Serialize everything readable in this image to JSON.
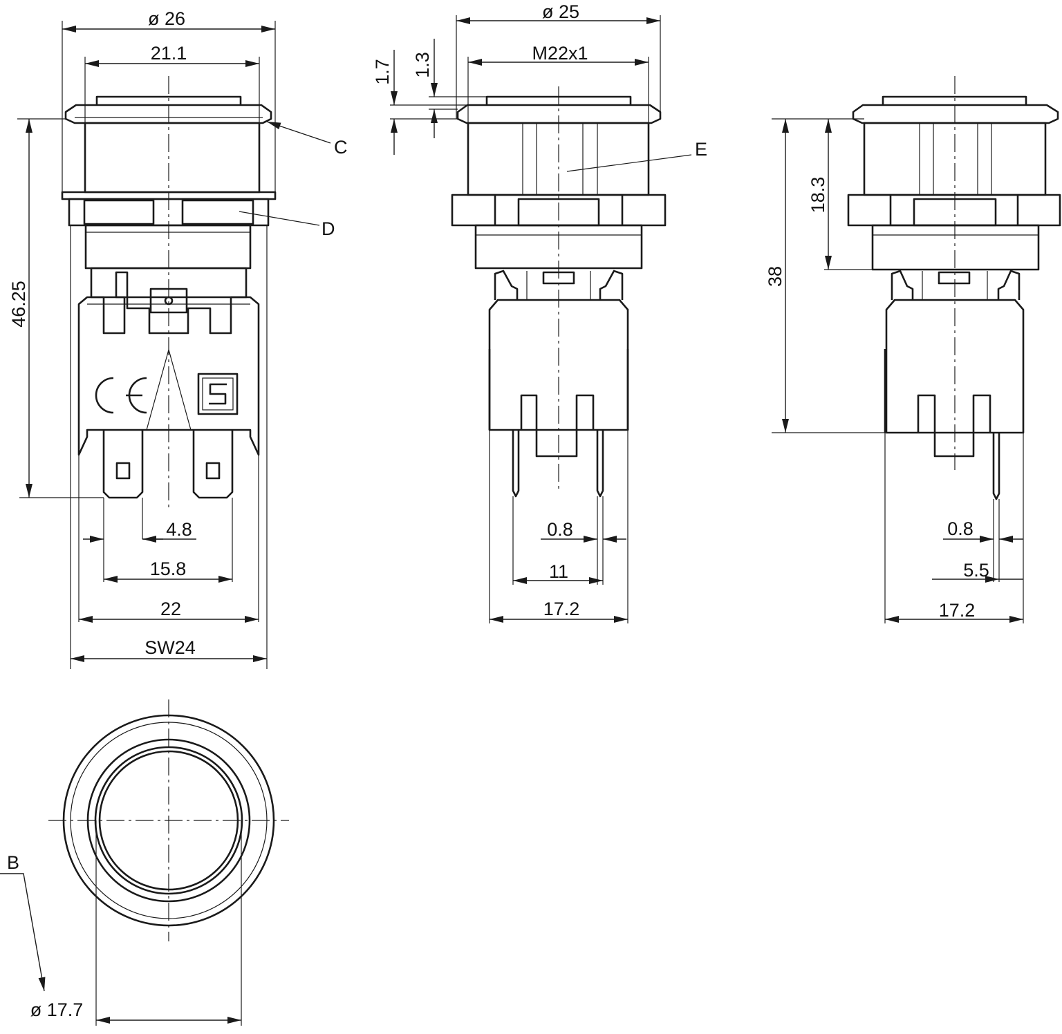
{
  "drawing": {
    "front_view": {
      "dimensions": {
        "outer_diameter": "ø 26",
        "cap_width": "21.1",
        "total_height": "46.25",
        "tab_width": "4.8",
        "tab_spacing": "15.8",
        "body_width": "22",
        "nut_width": "SW24"
      },
      "callouts": {
        "c": "C",
        "d": "D"
      },
      "markings": {
        "ce": "CE",
        "mark": "S"
      }
    },
    "side_view_1": {
      "dimensions": {
        "flange_diameter": "ø 25",
        "thread": "M22x1",
        "flange_height": "1.7",
        "cap_height": "1.3",
        "pin_thickness": "0.8",
        "pin_spacing": "11",
        "body_width": "17.2"
      },
      "callouts": {
        "e": "E"
      }
    },
    "side_view_2": {
      "dimensions": {
        "panel_height": "18.3",
        "body_height": "38",
        "pin_thickness": "0.8",
        "pin_offset": "5.5",
        "body_width": "17.2"
      }
    },
    "top_view": {
      "dimensions": {
        "lens_diameter": "ø 17.7"
      },
      "callouts": {
        "b": "B"
      }
    }
  }
}
